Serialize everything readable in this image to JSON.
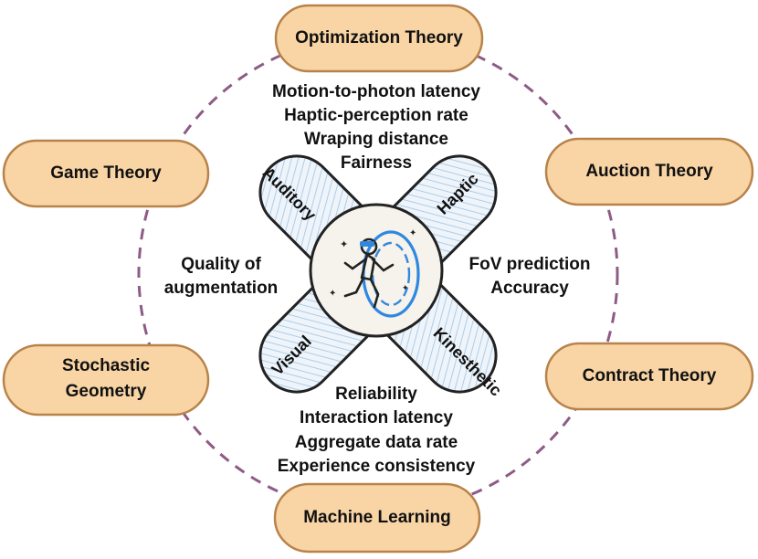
{
  "colors": {
    "pill_fill": "#f9d5a6",
    "pill_stroke": "#b8834a",
    "ring": "#8e5b86",
    "band_fill": "#eef4fa",
    "band_hatch": "#9cc4e4",
    "band_stroke": "#222222",
    "icon_blue": "#2f88e0"
  },
  "theories": {
    "optimization": "Optimization Theory",
    "game": "Game Theory",
    "auction": "Auction Theory",
    "stochastic_line1": "Stochastic",
    "stochastic_line2": "Geometry",
    "contract": "Contract Theory",
    "machine_learning": "Machine Learning"
  },
  "senses": {
    "auditory": "Auditory",
    "haptic": "Haptic",
    "visual": "Visual",
    "kinesthetic": "Kinesthetic"
  },
  "metrics": {
    "top": [
      "Motion-to-photon latency",
      "Haptic-perception rate",
      "Wraping distance",
      "Fairness"
    ],
    "left": [
      "Quality of",
      "augmentation"
    ],
    "right": [
      "FoV prediction",
      "Accuracy"
    ],
    "bottom": [
      "Reliability",
      "Interaction latency",
      "Aggregate data rate",
      "Experience consistency"
    ]
  },
  "center_icon": "xr-user-immersion-icon"
}
